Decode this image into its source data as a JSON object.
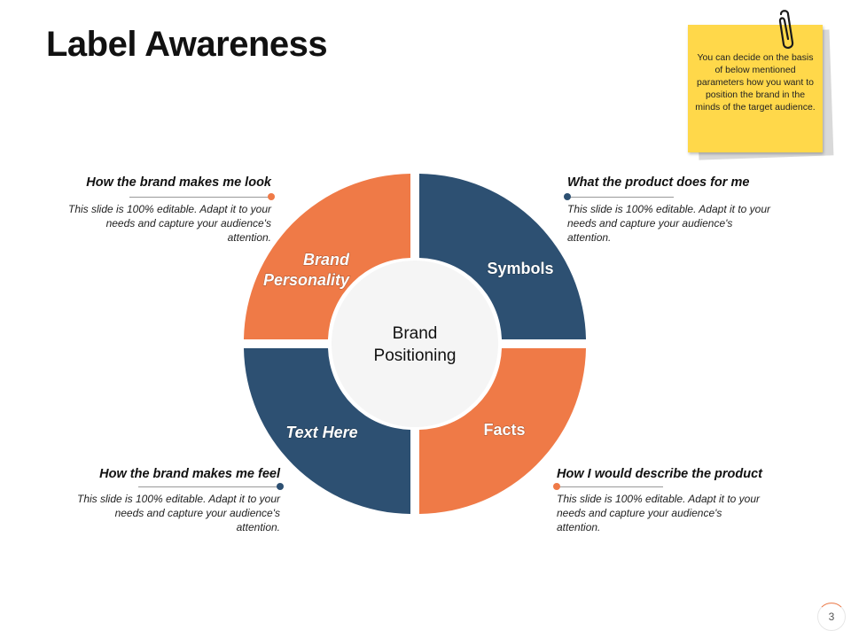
{
  "slide": {
    "title": "Label Awareness",
    "page_number": "3"
  },
  "sticky_note": {
    "text": "You can decide on the basis of below mentioned parameters how you want to position the brand in the minds of the target audience."
  },
  "diagram": {
    "center": {
      "line1": "Brand",
      "line2": "Positioning"
    },
    "quadrants": [
      {
        "id": "top-left",
        "label_line1": "Brand",
        "label_line2": "Personality",
        "color": "#ef7a47"
      },
      {
        "id": "top-right",
        "label_line1": "Symbols",
        "color": "#2d5072"
      },
      {
        "id": "bottom-left",
        "label_line1": "Text Here",
        "color": "#2d5072"
      },
      {
        "id": "bottom-right",
        "label_line1": "Facts",
        "color": "#ef7a47"
      }
    ]
  },
  "callouts": {
    "top_left": {
      "heading": "How the brand makes me look",
      "body": "This slide is 100% editable. Adapt it to your needs and capture your audience's attention.",
      "dot_color": "#ef7a47"
    },
    "top_right": {
      "heading": "What the product does for me",
      "body": "This slide is 100% editable. Adapt it to your needs and capture your audience's attention.",
      "dot_color": "#2d5072"
    },
    "bottom_left": {
      "heading": "How the brand makes me feel",
      "body": "This slide is 100% editable. Adapt it to your needs and capture your audience's attention.",
      "dot_color": "#2d5072"
    },
    "bottom_right": {
      "heading": "How I would describe the product",
      "body": "This slide is 100% editable. Adapt it to your needs and capture your audience's attention.",
      "dot_color": "#ef7a47"
    }
  },
  "colors": {
    "orange": "#ef7a47",
    "navy": "#2d5072",
    "sticky_yellow": "#ffd84a",
    "center_fill": "#f5f5f5"
  },
  "icons": {
    "paperclip": "paperclip-icon"
  }
}
